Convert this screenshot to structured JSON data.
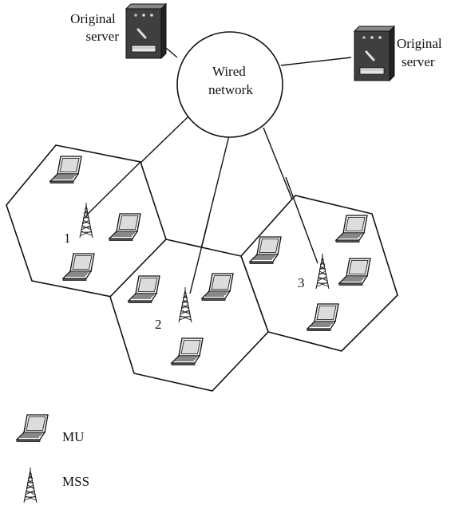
{
  "diagram": {
    "left_server_label": [
      "Original",
      "server"
    ],
    "right_server_label": [
      "Original",
      "server"
    ],
    "network_label": [
      "Wired",
      "network"
    ],
    "cells": [
      {
        "number": "1"
      },
      {
        "number": "2"
      },
      {
        "number": "3"
      }
    ]
  },
  "legend": {
    "mu_label": "MU",
    "mss_label": "MSS"
  },
  "colors": {
    "stroke": "#111111",
    "server_body": "#3a3a3a",
    "laptop_screen": "#e8e8e8"
  }
}
